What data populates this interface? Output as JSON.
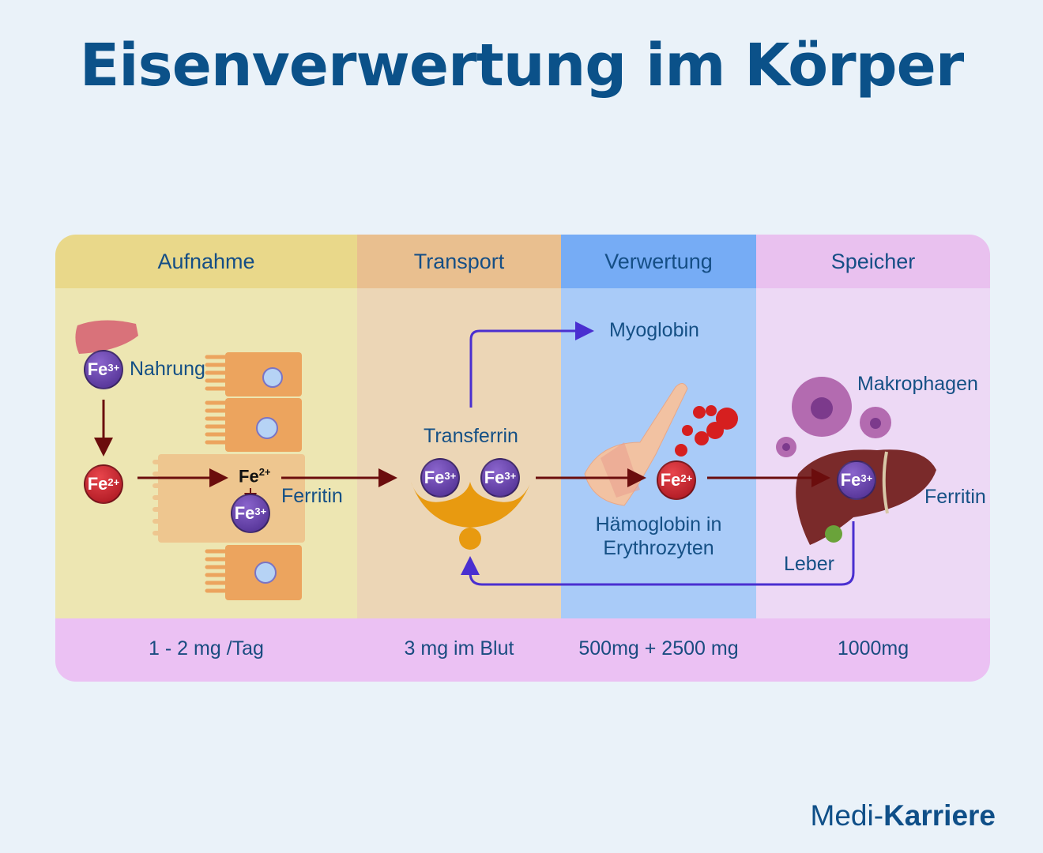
{
  "title": "Eisenverwertung im Körper",
  "columns": [
    {
      "header": "Aufnahme",
      "amount": "1 - 2 mg /Tag"
    },
    {
      "header": "Transport",
      "amount": "3 mg im Blut"
    },
    {
      "header": "Verwertung",
      "amount": "500mg + 2500 mg"
    },
    {
      "header": "Speicher",
      "amount": "1000mg"
    }
  ],
  "labels": {
    "nahrung": "Nahrung",
    "ferritin_1": "Ferritin",
    "transferrin": "Transferrin",
    "myoglobin": "Myoglobin",
    "haemoglobin_1": "Hämoglobin in",
    "haemoglobin_2": "Erythrozyten",
    "makrophagen": "Makrophagen",
    "ferritin_2": "Ferritin",
    "leber": "Leber"
  },
  "ions": {
    "symbol": "Fe",
    "fe3": "3+",
    "fe2": "2+"
  },
  "brand": {
    "part1": "Medi-",
    "part2": "Karriere"
  },
  "colors": {
    "title": "#0b5189",
    "purple_ion": "#5b37a0",
    "red_ion": "#c8202a",
    "arrow_dark": "#6b0d0d",
    "arrow_blue": "#4a2fd0"
  }
}
